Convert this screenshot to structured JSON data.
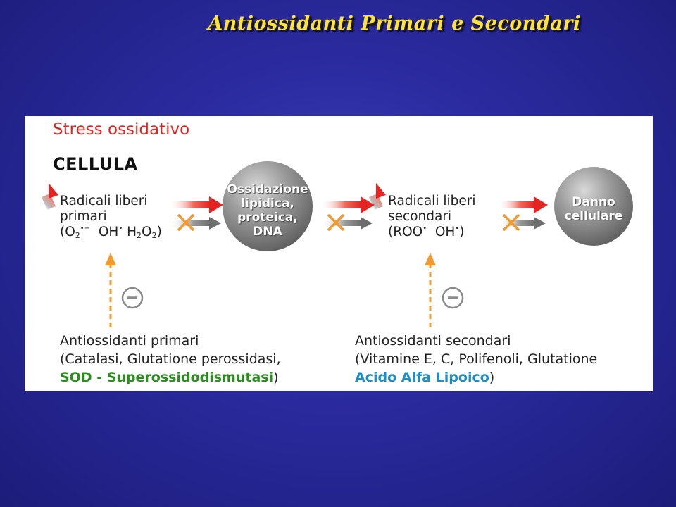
{
  "slide": {
    "title": "Antiossidanti Primari e Secondari"
  },
  "diagram": {
    "header": "Stress ossidativo",
    "subheader": "CELLULA",
    "primary_radicals": {
      "line1": "Radicali liberi",
      "line2": "primari",
      "open": "(",
      "o2": "O",
      "o2_sub": "2",
      "o2_sup": "•−",
      "oh": "OH",
      "oh_sup": "•",
      "h2o2_h": "H",
      "h2o2_sub1": "2",
      "h2o2_o": "O",
      "h2o2_sub2": "2",
      "close": ")"
    },
    "oxidation_circle": {
      "line1": "Ossidazione",
      "line2": "lipidica,",
      "line3": "proteica,",
      "line4": "DNA"
    },
    "secondary_radicals": {
      "line1": "Radicali liberi",
      "line2": "secondari",
      "open": "(",
      "roo": "ROO",
      "roo_sup": "•",
      "oh": "OH",
      "oh_sup": "•",
      "close": ")"
    },
    "damage_circle": {
      "line1": "Danno",
      "line2": "cellulare"
    },
    "minus_symbol": "−",
    "primary_antioxidants": {
      "line1": "Antiossidanti primari",
      "line2": "(Catalasi, Glutatione perossidasi,",
      "line3_highlight": "SOD - Superossidodismutasi",
      "line3_close": ")"
    },
    "secondary_antioxidants": {
      "line1": "Antiossidanti secondari",
      "line2": "(Vitamine E, C, Polifenoli, Glutatione",
      "line3_highlight": "Acido Alfa Lipoico",
      "line3_close": ")"
    },
    "colors": {
      "red_arrow": "#e52421",
      "gray_arrow": "#6d6d6d",
      "orange": "#f29a2e",
      "green": "#2a8f1f",
      "blue": "#1c8ec8",
      "circle": "#7a7a7a"
    }
  }
}
